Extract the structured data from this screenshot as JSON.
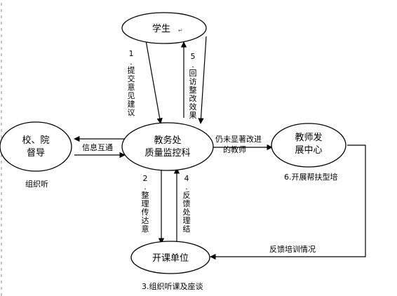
{
  "nodes": {
    "student": {
      "label": "学生"
    },
    "academic_affairs": {
      "line1": "教务处",
      "line2": "质量监控科"
    },
    "school_supervisor": {
      "line1": "校、院",
      "line2": "督导"
    },
    "teacher_center": {
      "line1": "教师发",
      "line2": "展中心"
    },
    "teaching_unit": {
      "label": "开课单位"
    }
  },
  "edges": {
    "submit_suggestions": {
      "text": "1.提交意见建议"
    },
    "revisit_results": {
      "text": "5.回访整改效果"
    },
    "info_exchange": {
      "text": "信息互通"
    },
    "unimproved_teachers": {
      "line1": "仍未显著改进",
      "line2": "的教师"
    },
    "organize_convey": {
      "text": "2.整理传达意"
    },
    "feedback_results": {
      "text": "4.反馈处理结"
    },
    "feedback_training": {
      "text": "反馈培训情况"
    }
  },
  "annotations": {
    "organize_listen": "组织听",
    "assist_training": "6.开展帮扶型培",
    "organize_class_meeting": "3.组织听课及座谈"
  },
  "colors": {
    "stroke": "#000000",
    "background": "#ffffff",
    "margin_mark": "#555555"
  }
}
